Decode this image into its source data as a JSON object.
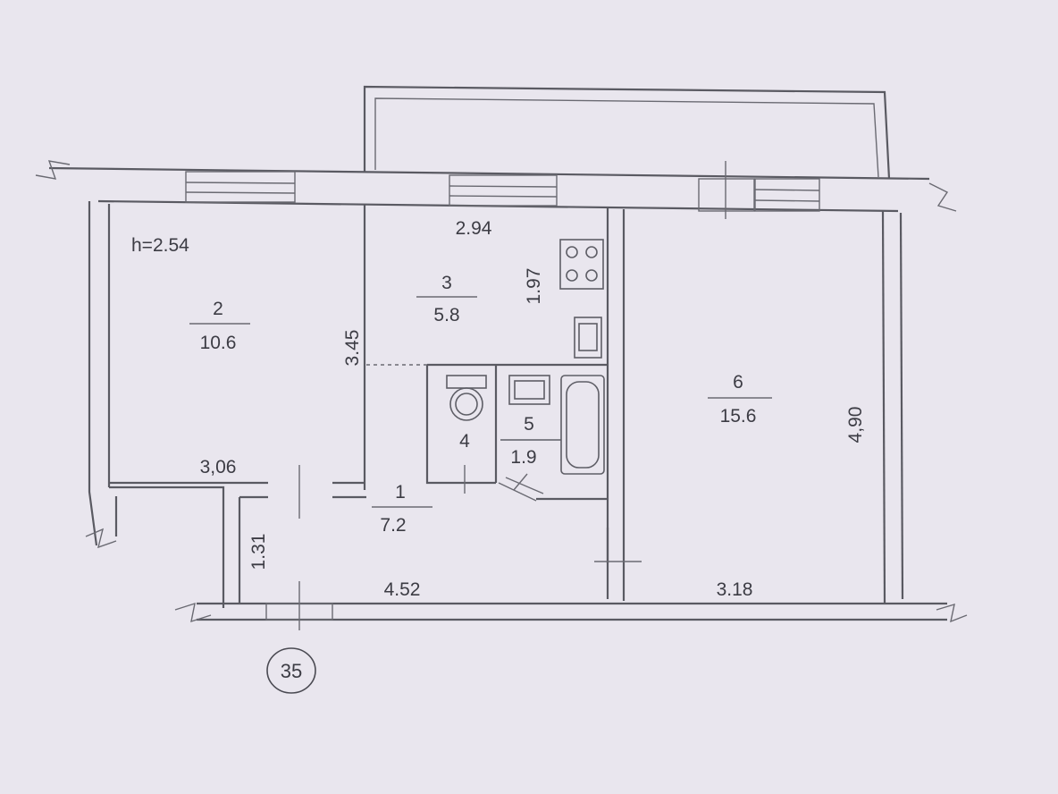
{
  "ceiling_height": "h=2.54",
  "building_number": "35",
  "rooms": [
    {
      "id": "1",
      "area": "7.2"
    },
    {
      "id": "2",
      "area": "10.6"
    },
    {
      "id": "3",
      "area": "5.8"
    },
    {
      "id": "4"
    },
    {
      "id": "5",
      "area": "1.9"
    },
    {
      "id": "6",
      "area": "15.6"
    }
  ],
  "dimensions": {
    "room2_width": "3,06",
    "room2_length": "3.45",
    "kitchen_width": "2.94",
    "kitchen_length": "1.97",
    "hall_width": "4.52",
    "hall_length": "1.31",
    "room6_width": "3.18",
    "room6_length": "4,90"
  }
}
